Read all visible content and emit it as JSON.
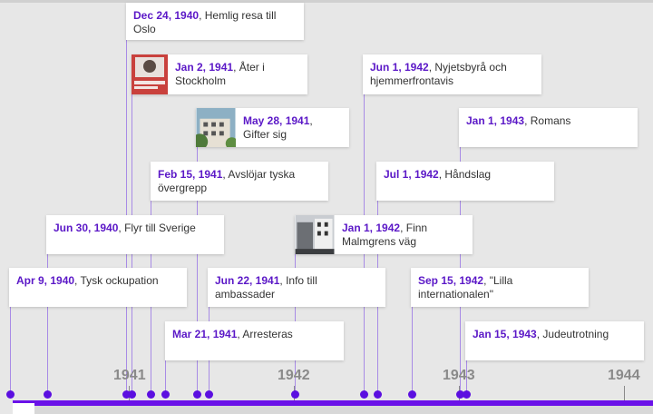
{
  "timeline": {
    "events": [
      {
        "date": "Dec 24, 1940",
        "text": "Hemlig resa till Oslo"
      },
      {
        "date": "Jan 2, 1941",
        "text": "Åter i Stockholm",
        "thumb": "book-cover"
      },
      {
        "date": "May 28, 1941",
        "text": "Gifter sig",
        "thumb": "building-photo"
      },
      {
        "date": "Feb 15, 1941",
        "text": "Avslöjar tyska övergrepp"
      },
      {
        "date": "Jun 30, 1940",
        "text": "Flyr till Sverige"
      },
      {
        "date": "Apr 9, 1940",
        "text": "Tysk ockupation"
      },
      {
        "date": "Mar 21, 1941",
        "text": "Arresteras"
      },
      {
        "date": "Jun 22, 1941",
        "text": "Info till ambassader"
      },
      {
        "date": "Jan 1, 1942",
        "text": "Finn Malmgrens väg",
        "thumb": "street-photo"
      },
      {
        "date": "Jun 1, 1942",
        "text": "Nyjetsbyrå och hjemmerfrontavis"
      },
      {
        "date": "Jul 1, 1942",
        "text": "Håndslag"
      },
      {
        "date": "Sep 15, 1942",
        "text": "\"Lilla internationalen\""
      },
      {
        "date": "Jan 1, 1943",
        "text": "Romans"
      },
      {
        "date": "Jan 15, 1943",
        "text": "Judeutrotning"
      }
    ],
    "years": [
      "1941",
      "1942",
      "1943",
      "1944"
    ],
    "colors": {
      "accent": "#5b18c7",
      "dot": "#5b0fe0",
      "guide": "#a88be6"
    }
  }
}
